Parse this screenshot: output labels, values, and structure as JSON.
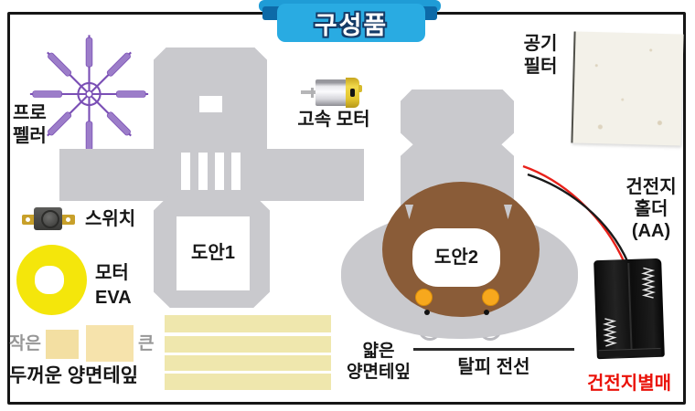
{
  "banner": {
    "title": "구성품"
  },
  "propeller": {
    "line1": "프로",
    "line2": "펠러"
  },
  "motor": {
    "label": "고속 모터"
  },
  "filter": {
    "line1": "공기",
    "line2": "필터"
  },
  "switch": {
    "label": "스위치"
  },
  "eva": {
    "line1": "모터",
    "line2": "EVA"
  },
  "pattern1": {
    "label": "도안1"
  },
  "pattern2": {
    "label": "도안2"
  },
  "battery": {
    "line1": "건전지",
    "line2": "홀더",
    "line3": "(AA)",
    "note": "건전지별매"
  },
  "thick_tape": {
    "small": "작은",
    "large": "큰",
    "label": "두꺼운 양면테잎"
  },
  "thin_tape": {
    "line1": "얇은",
    "line2": "양면테잎"
  },
  "wire": {
    "label": "탈피 전선"
  },
  "colors": {
    "banner_blue": "#29abe2",
    "banner_dark_blue": "#0d6aa8",
    "pattern_gray": "#c9c9cd",
    "pattern_brown": "#8a5c38",
    "propeller_purple": "#7a4fb5",
    "eva_yellow": "#f4e60b",
    "tape_beige": "#f3dfa2",
    "strip_beige": "#efe7ad",
    "orange_dot": "#f7a81d",
    "note_red": "#ea1209"
  }
}
